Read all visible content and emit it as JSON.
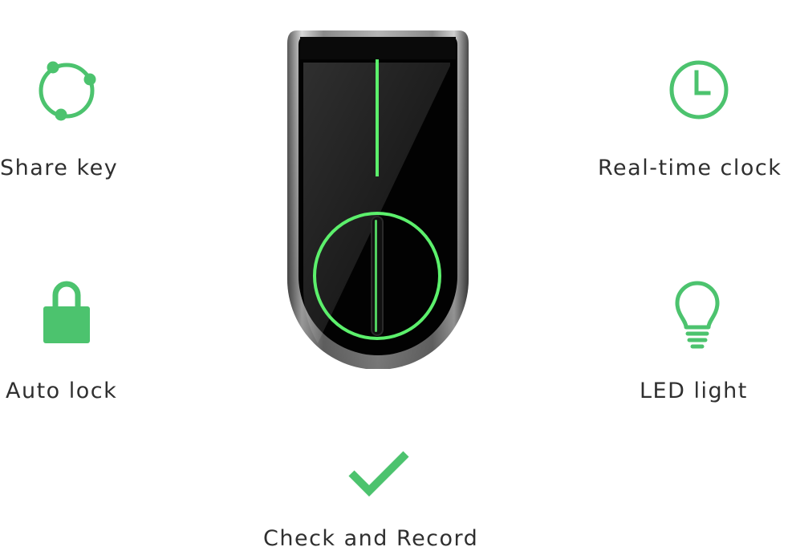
{
  "features": {
    "share_key": {
      "label": "Share key",
      "icon": "share-nodes-icon"
    },
    "real_time_clock": {
      "label": "Real-time clock",
      "icon": "clock-icon"
    },
    "auto_lock": {
      "label": "Auto lock",
      "icon": "padlock-icon"
    },
    "led_light": {
      "label": "LED light",
      "icon": "lightbulb-icon"
    },
    "check_and_record": {
      "label": "Check and Record",
      "icon": "checkmark-icon"
    }
  },
  "device": {
    "name": "smart-lock-device"
  },
  "colors": {
    "accent": "#4cc36e",
    "glow": "#5cf06c",
    "text": "#2f2f2f",
    "device_face": "#000000",
    "device_frame": "#9a9a9a"
  }
}
